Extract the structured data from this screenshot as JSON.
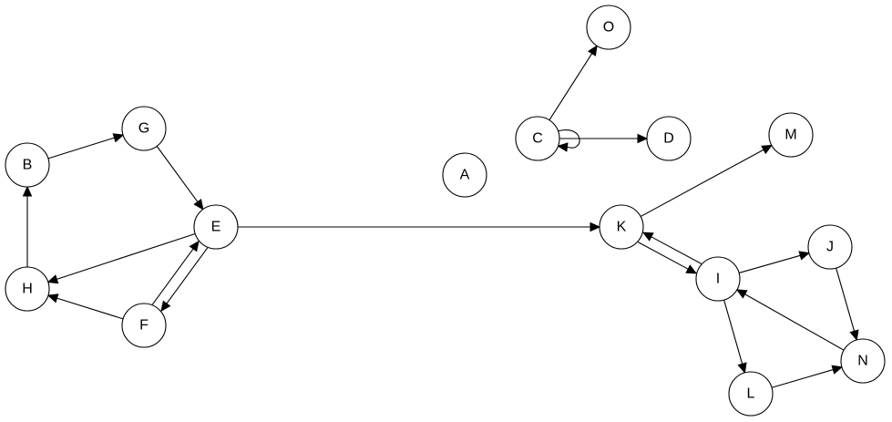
{
  "graph": {
    "directed": true,
    "nodes": [
      {
        "id": "O",
        "label": "O"
      },
      {
        "id": "C",
        "label": "C"
      },
      {
        "id": "D",
        "label": "D"
      },
      {
        "id": "M",
        "label": "M"
      },
      {
        "id": "G",
        "label": "G"
      },
      {
        "id": "B",
        "label": "B"
      },
      {
        "id": "A",
        "label": "A"
      },
      {
        "id": "E",
        "label": "E"
      },
      {
        "id": "K",
        "label": "K"
      },
      {
        "id": "J",
        "label": "J"
      },
      {
        "id": "I",
        "label": "I"
      },
      {
        "id": "H",
        "label": "H"
      },
      {
        "id": "F",
        "label": "F"
      },
      {
        "id": "N",
        "label": "N"
      },
      {
        "id": "L",
        "label": "L"
      }
    ],
    "edges": [
      {
        "from": "B",
        "to": "G"
      },
      {
        "from": "G",
        "to": "E"
      },
      {
        "from": "H",
        "to": "B"
      },
      {
        "from": "E",
        "to": "H"
      },
      {
        "from": "F",
        "to": "H"
      },
      {
        "from": "E",
        "to": "F"
      },
      {
        "from": "F",
        "to": "E"
      },
      {
        "from": "E",
        "to": "K"
      },
      {
        "from": "C",
        "to": "O"
      },
      {
        "from": "C",
        "to": "D"
      },
      {
        "from": "C",
        "to": "C"
      },
      {
        "from": "K",
        "to": "M"
      },
      {
        "from": "K",
        "to": "I"
      },
      {
        "from": "I",
        "to": "K"
      },
      {
        "from": "I",
        "to": "J"
      },
      {
        "from": "J",
        "to": "N"
      },
      {
        "from": "N",
        "to": "I"
      },
      {
        "from": "I",
        "to": "L"
      },
      {
        "from": "L",
        "to": "N"
      }
    ]
  }
}
